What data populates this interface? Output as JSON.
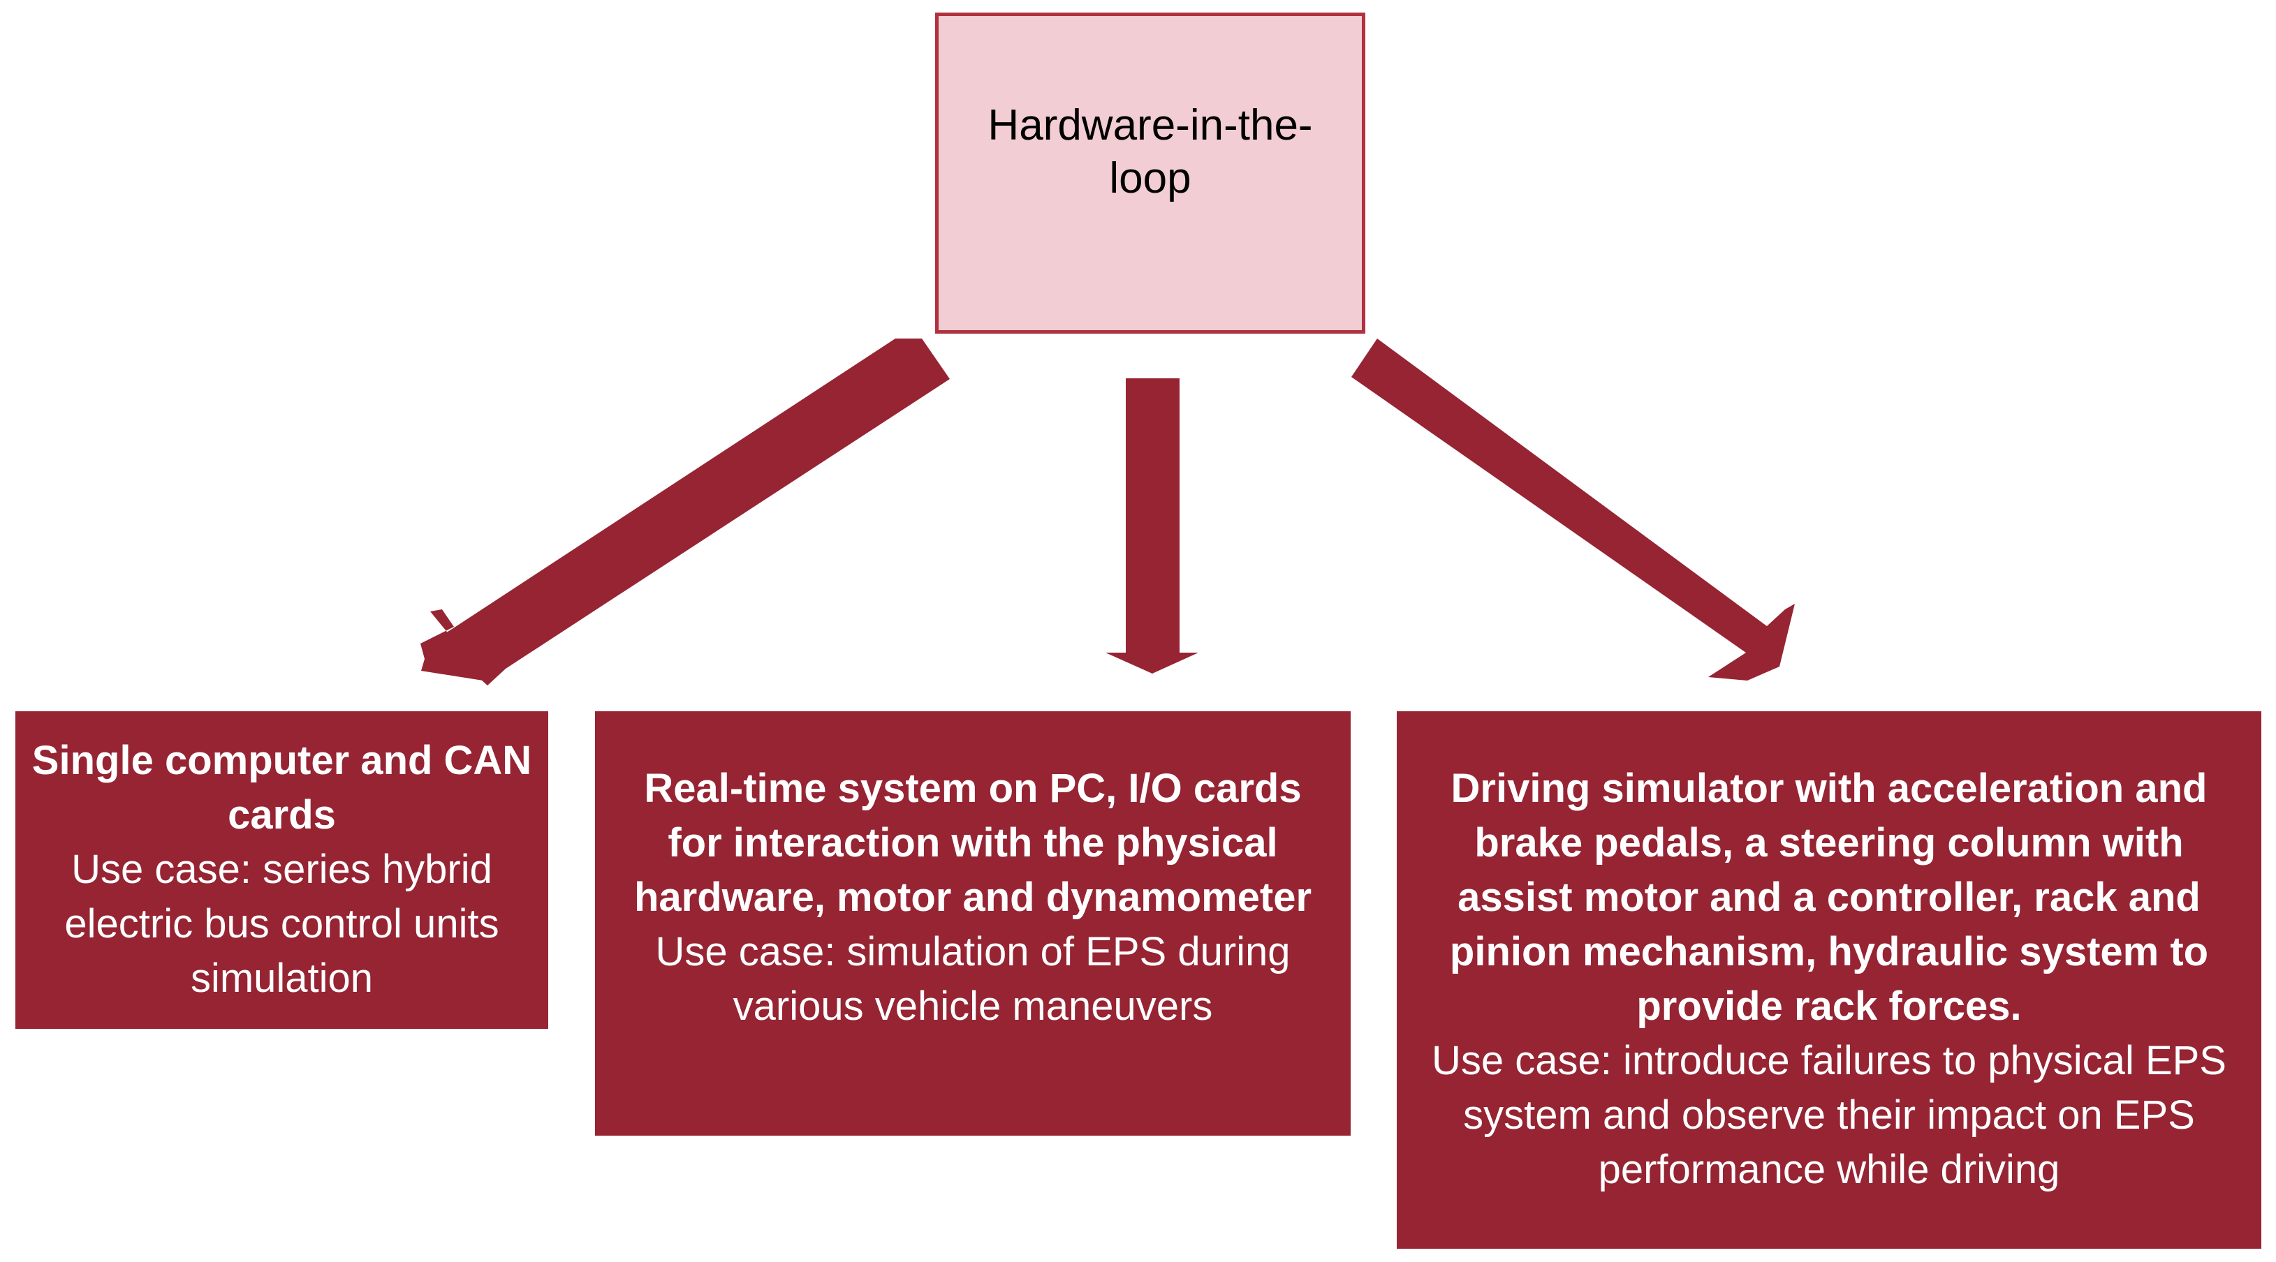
{
  "root": {
    "label": "Hardware-in-the-loop"
  },
  "branches": [
    {
      "heading": "Single computer and CAN cards",
      "usecase": "Use case: series hybrid electric bus control units simulation"
    },
    {
      "heading": "Real-time system on PC, I/O cards for interaction with the physical hardware, motor and dynamometer",
      "usecase": "Use case:  simulation of EPS during various vehicle maneuvers"
    },
    {
      "heading": "Driving simulator with acceleration and brake pedals, a steering column with assist motor and a controller, rack and pinion mechanism, hydraulic system to provide rack forces.",
      "usecase": "Use case: introduce failures to physical EPS system and observe their impact on EPS performance while driving"
    }
  ],
  "colors": {
    "root_fill": "#f2cdd3",
    "root_border": "#b03140",
    "box_fill": "#962433",
    "arrow_fill": "#962433"
  }
}
